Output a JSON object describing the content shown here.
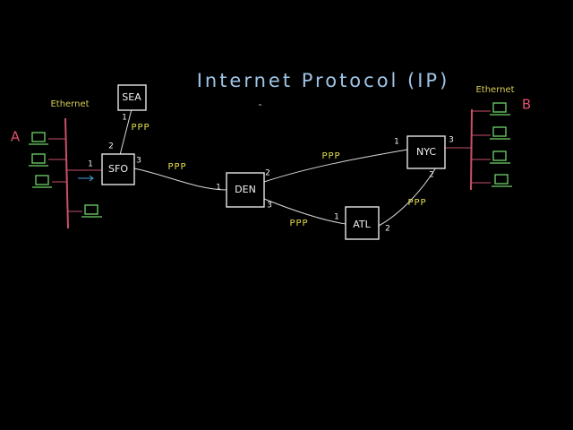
{
  "title": "Internet Protocol (IP)",
  "networks": {
    "left_label": "Ethernet",
    "right_label": "Ethernet",
    "host_a": "A",
    "host_b": "B"
  },
  "routers": {
    "sea": "SEA",
    "sfo": "SFO",
    "den": "DEN",
    "nyc": "NYC",
    "atl": "ATL"
  },
  "links": {
    "sea_sfo": "PPP",
    "sfo_den": "PPP",
    "den_nyc": "PPP",
    "den_atl": "PPP",
    "atl_nyc": "PPP"
  },
  "ports": {
    "sea_bottom": "1",
    "sfo_top": "2",
    "sfo_left": "1",
    "sfo_right": "3",
    "den_left": "1",
    "den_top": "2",
    "den_bottom": "3",
    "nyc_left": "1",
    "nyc_right": "3",
    "nyc_bottom": "2",
    "atl_left": "1",
    "atl_right": "2"
  },
  "colors": {
    "title": "#9ec4e6",
    "ppp": "#e8e24a",
    "ethernet_label": "#d8cf55",
    "ethernet_bus": "#c8506a",
    "host": "#6fd36a",
    "host_label": "#e0506e",
    "router": "#e6e6e6",
    "arrow": "#4aa3df"
  }
}
